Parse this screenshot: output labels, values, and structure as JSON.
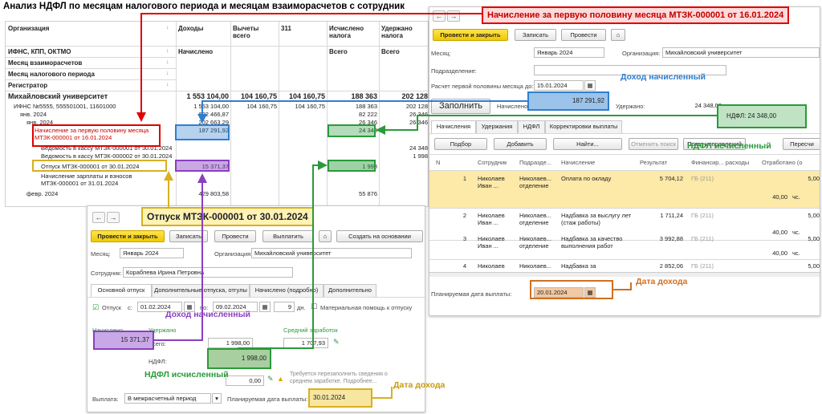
{
  "report": {
    "title": "Анализ НДФЛ по месяцам налогового периода и месяцам взаиморасчетов с сотрудник",
    "hdr_org": "Организация",
    "hdr_inn": "ИФНС, КПП, ОКТМО",
    "hdr_month_settle": "Месяц взаиморасчетов",
    "hdr_month_tax": "Месяц налогового периода",
    "hdr_registrar": "Регистратор",
    "hdr_income": "Доходы",
    "hdr_accrued": "Начислено",
    "hdr_deductions": "Вычеты всего",
    "hdr_311": "311",
    "hdr_tax_accrued": "Исчислено налога",
    "hdr_tax_accrued_sub": "Всего",
    "hdr_tax_withheld": "Удержано налога",
    "hdr_tax_withheld_sub": "Всего",
    "sort_icon": "↓",
    "rows": [
      {
        "label": "Михайловский университет",
        "income": "1 553 104,00",
        "deductions": "104 160,75",
        "c311": "104 160,75",
        "tax_accrued": "188 363",
        "tax_withheld": "202 128"
      },
      {
        "label": "ИФНС №5555, 555501001, 11601000",
        "income": "1 553 104,00",
        "deductions": "104 160,75",
        "c311": "104 160,75",
        "tax_accrued": "188 363",
        "tax_withheld": "202 128"
      },
      {
        "label": "янв. 2024",
        "income": "632 466,87",
        "deductions": "",
        "c311": "",
        "tax_accrued": "82 222",
        "tax_withheld": "26 346"
      },
      {
        "label": "янв. 2024",
        "income": "202 663,29",
        "deductions": "",
        "c311": "",
        "tax_accrued": "26 346",
        "tax_withheld": "26 346"
      },
      {
        "label": "Начисление за первую половину месяца МТЗК-000001 от 16.01.2024",
        "income": "187 291,92",
        "deductions": "",
        "c311": "",
        "tax_accrued": "24 348",
        "tax_withheld": ""
      },
      {
        "label": "Ведомость в кассу МТЗК-000001 от 30.01.2024",
        "income": "",
        "deductions": "",
        "c311": "",
        "tax_accrued": "",
        "tax_withheld": "24 348"
      },
      {
        "label": "Ведомость в кассу МТЗК-000002 от 30.01.2024",
        "income": "",
        "deductions": "",
        "c311": "",
        "tax_accrued": "",
        "tax_withheld": "1 998"
      },
      {
        "label": "Отпуск МТЗК-000001 от 30.01.2024",
        "income": "15 371,37",
        "deductions": "",
        "c311": "",
        "tax_accrued": "1 998",
        "tax_withheld": ""
      },
      {
        "label": "Начисление зарплаты и взносов МТЗК-000001 от 31.01.2024",
        "income": "",
        "deductions": "",
        "c311": "",
        "tax_accrued": "",
        "tax_withheld": ""
      },
      {
        "label": "февр. 2024",
        "income": "429 803,58",
        "deductions": "",
        "c311": "",
        "tax_accrued": "55 876",
        "tax_withheld": ""
      }
    ]
  },
  "accrual_doc": {
    "title": "Начисление за первую половину месяца МТЗК-000001 от 16.01.2024",
    "btn_post_close": "Провести и закрыть",
    "btn_write": "Записать",
    "btn_post": "Провести",
    "month_label": "Месяц:",
    "month_value": "Январь 2024",
    "org_label": "Организация:",
    "org_value": "Михайловский университет",
    "dept_label": "Подразделение:",
    "calc_label": "Расчет первой половины месяца до:",
    "calc_value": "15.01.2024",
    "fill_button": "Заполнить",
    "accrued_label": "Начислено:",
    "accrued_value": "187 291,92",
    "withheld_label": "Удержано:",
    "withheld_value": "24 348,00",
    "tabs": [
      "Начисления",
      "Удержания",
      "НДФЛ",
      "Корректировки выплаты"
    ],
    "ndfl_popup": "НДФЛ: 24 348,00",
    "btn_select": "Подбор",
    "btn_add": "Добавить",
    "btn_find": "Найти...",
    "btn_cancel_search": "Отменить поиск",
    "btn_corrections": "Показ исправлений",
    "btn_recalc": "Пересчи",
    "columns": [
      "N",
      "Сотрудник",
      "Подразде...",
      "Начисление",
      "Результат",
      "Финансир... расходы",
      "Отработано (о"
    ],
    "rows": [
      {
        "n": "1",
        "emp": "Николаев Иван ...",
        "dept": "Николаев... отделение",
        "accrual": "Оплата по окладу",
        "result": "5 704,12",
        "fin": "ГБ (211)",
        "worked": "5,00",
        "hours": "40,00",
        "unit": "чс."
      },
      {
        "n": "2",
        "emp": "Николаев Иван ...",
        "dept": "Николаев... отделение",
        "accrual": "Надбавка за выслугу лет (стаж работы)",
        "result": "1 711,24",
        "fin": "ГБ (211)",
        "worked": "5,00",
        "hours": "40,00",
        "unit": "чс."
      },
      {
        "n": "3",
        "emp": "Николаев Иван ...",
        "dept": "Николаев... отделение",
        "accrual": "Надбавка за качество выполнения работ",
        "result": "3 992,88",
        "fin": "ГБ (211)",
        "worked": "5,00",
        "hours": "40,00",
        "unit": "чс."
      },
      {
        "n": "4",
        "emp": "Николаев",
        "dept": "Николаев...",
        "accrual": "Надбавка за",
        "result": "2 852,06",
        "fin": "ГБ (211)",
        "worked": "5,00",
        "hours": "",
        "unit": ""
      }
    ],
    "pay_date_label": "Планируемая дата выплаты:",
    "pay_date_value": "20.01.2024"
  },
  "vacation_doc": {
    "title": "Отпуск МТЗК-000001 от 30.01.2024",
    "btn_post_close": "Провести и закрыть",
    "btn_write": "Записать",
    "btn_post": "Провести",
    "btn_print": "Выплатить",
    "btn_create_based": "Создать на основании",
    "month_label": "Месяц:",
    "month_value": "Январь 2024",
    "org_label": "Организация:",
    "org_value": "Михайловский университет",
    "emp_label": "Сотрудник:",
    "emp_value": "Корабпева Ирина Петровна",
    "tabs": [
      "Основной отпуск",
      "Дополнительные отпуска, отгулы",
      "Начислено (подробно)",
      "Дополнительно"
    ],
    "leave_label": "Отпуск",
    "from_label": "с:",
    "from_value": "01.02.2024",
    "to_label": "по:",
    "to_value": "09.02.2024",
    "days_value": "9",
    "days_unit": "дн.",
    "material_help": "Материальная помощь к отпуску",
    "accrued_label": "Начислено",
    "withheld_label": "Удержано",
    "avg_label": "Средний заработок",
    "accrued_value": "15 371,37",
    "total_label": "Всего:",
    "total_value": "1 998,00",
    "avg_value": "1 707,93",
    "ndfl_label": "НДФЛ:",
    "ndfl_value": "1 998,00",
    "other_value": "0,00",
    "warning": "Требуется перезаполнить сведения о среднем заработке. Подробнее...",
    "payout_label": "Выплата:",
    "payout_value": "В межрасчетный период",
    "pay_date_label": "Планируемая дата выплаты:",
    "pay_date_value": "30.01.2024"
  },
  "annotations": {
    "income_accrued_blue": "Доход начисленный",
    "ndfl_calc_green": "НДФЛ исчисленный",
    "income_date_orange": "Дата дохода",
    "income_accrued_purple": "Доход начисленный",
    "ndfl_calc_green2": "НДФЛ исчисленный",
    "income_date_gold": "Дата дохода"
  },
  "colors": {
    "red": "#e00000",
    "blue": "#2f7fd0",
    "green": "#2a9a3a",
    "orange": "#d07020",
    "purple": "#8a3fc0",
    "gold": "#d8b020"
  }
}
